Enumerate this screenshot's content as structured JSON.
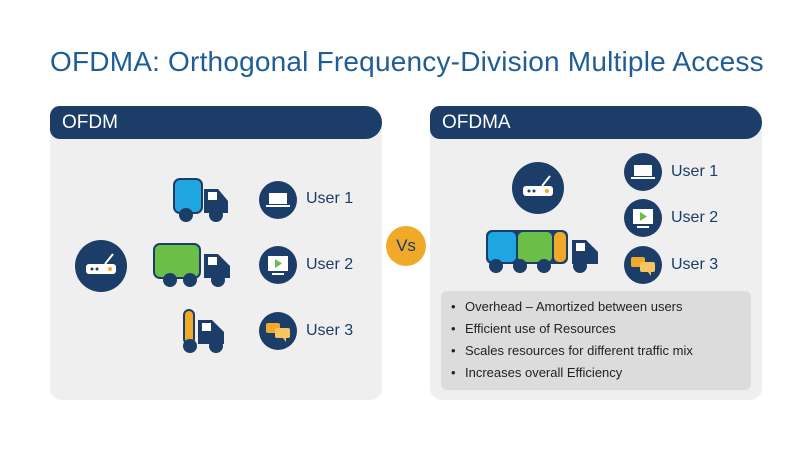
{
  "title": "OFDMA: Orthogonal Frequency-Division Multiple Access",
  "left_panel": {
    "header": "OFDM",
    "users": [
      "User 1",
      "User 2",
      "User 3"
    ]
  },
  "vs_label": "Vs",
  "right_panel": {
    "header": "OFDMA",
    "users": [
      "User 1",
      "User 2",
      "User 3"
    ],
    "benefits": [
      "Overhead – Amortized between users",
      "Efficient use of Resources",
      "Scales resources for different traffic mix",
      "Increases overall Efficiency"
    ]
  },
  "colors": {
    "navy": "#1b3d68",
    "title_blue": "#1f5d96",
    "truck_blue": "#1fa5e0",
    "truck_green": "#6bbf47",
    "truck_orange": "#f0a928"
  },
  "icons": [
    "router-icon",
    "truck-icon",
    "laptop-icon",
    "video-player-icon",
    "chat-bubbles-icon"
  ]
}
